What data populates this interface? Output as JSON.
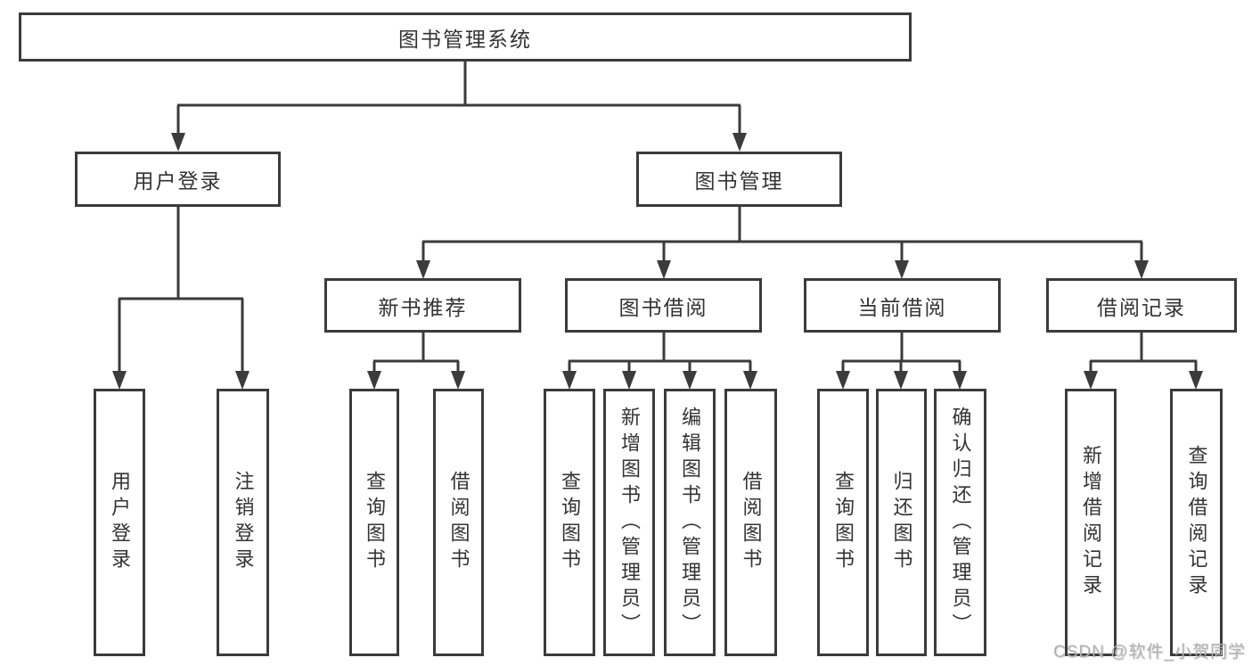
{
  "diagram": {
    "root": {
      "label": "图书管理系统"
    },
    "level2": [
      {
        "label": "用户登录"
      },
      {
        "label": "图书管理"
      }
    ],
    "level3": [
      {
        "label": "新书推荐"
      },
      {
        "label": "图书借阅"
      },
      {
        "label": "当前借阅"
      },
      {
        "label": "借阅记录"
      }
    ],
    "leaves": {
      "user_login": [
        {
          "label": "用户登录"
        },
        {
          "label": "注销登录"
        }
      ],
      "new_book": [
        {
          "label": "查询图书"
        },
        {
          "label": "借阅图书"
        }
      ],
      "book_borrow": [
        {
          "label": "查询图书"
        },
        {
          "label": "新增图书（管理员）"
        },
        {
          "label": "编辑图书（管理员）"
        },
        {
          "label": "借阅图书"
        }
      ],
      "current_borrow": [
        {
          "label": "查询图书"
        },
        {
          "label": "归还图书"
        },
        {
          "label": "确认归还（管理员）"
        }
      ],
      "borrow_records": [
        {
          "label": "新增借阅记录"
        },
        {
          "label": "查询借阅记录"
        }
      ]
    }
  },
  "watermark": {
    "text": "CSDN @软件_小贺同学"
  },
  "colors": {
    "line": "#3b3b3b",
    "text": "#333333",
    "watermark": "#b3b3b3",
    "background": "#ffffff"
  }
}
